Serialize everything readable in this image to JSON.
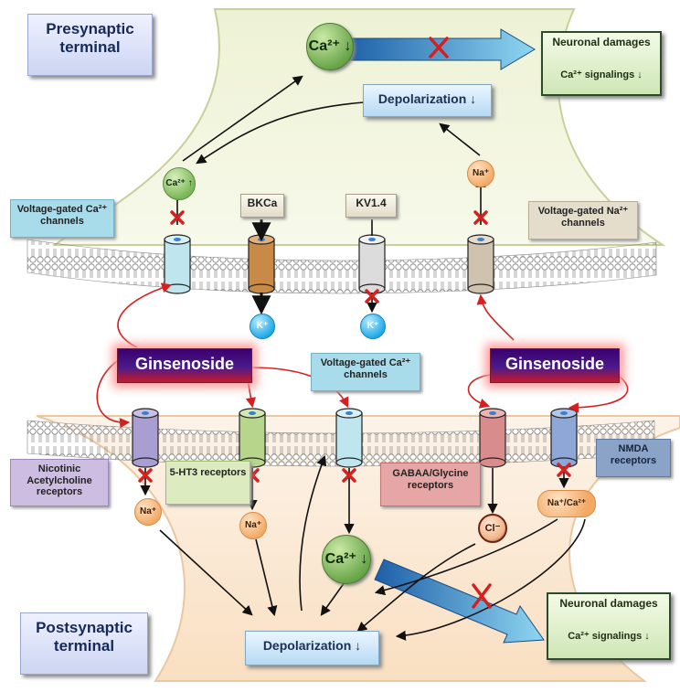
{
  "titles": {
    "presynaptic": "Presynaptic terminal",
    "postsynaptic": "Postsynaptic terminal"
  },
  "ions": {
    "ca_pre_big": "Ca²⁺ ↓",
    "ca_pre_small": "Ca²⁺ ↑",
    "na_pre": "Na⁺",
    "k_bk": "K⁺",
    "k_kv": "K⁺",
    "na_nic": "Na⁺",
    "na_5ht": "Na⁺",
    "cl": "Cl⁻",
    "na_ca_nmda": "Na⁺/Ca²⁺",
    "ca_post_big": "Ca²⁺ ↓"
  },
  "boxes": {
    "depol_pre": "Depolarization ↓",
    "depol_post": "Depolarization ↓",
    "dmg_pre_title": "Neuronal damages",
    "dmg_pre_sig": "Ca²⁺ signalings ↓",
    "dmg_post_title": "Neuronal damages",
    "dmg_post_sig": "Ca²⁺ signalings ↓",
    "vg_ca_pre": "Voltage-gated Ca²⁺ channels",
    "vg_na_pre": "Voltage-gated Na²⁺ channels",
    "bkca": "BKCa",
    "kv14": "KV1.4",
    "ginsenoside_left": "Ginsenoside",
    "ginsenoside_right": "Ginsenoside",
    "vg_ca_post": "Voltage-gated Ca²⁺ channels",
    "nicotinic": "Nicotinic Acetylcholine receptors",
    "ht3": "5-HT3 receptors",
    "gaba": "GABAA/Glycine receptors",
    "nmda": "NMDA receptors"
  },
  "colors": {
    "inhibit": "#d62020",
    "ginsenoside_arrow": "#d62020",
    "channel_vgca_pre": "#bfe6ee",
    "channel_bk": "#c98a48",
    "channel_kv": "#dcdcdc",
    "channel_vgna": "#cfc2ae",
    "channel_nic": "#a99ed2",
    "channel_5ht": "#b7d58b",
    "channel_vgca_post": "#bfe6ee",
    "channel_gaba": "#d98c8c",
    "channel_nmda": "#8ea7d6"
  }
}
